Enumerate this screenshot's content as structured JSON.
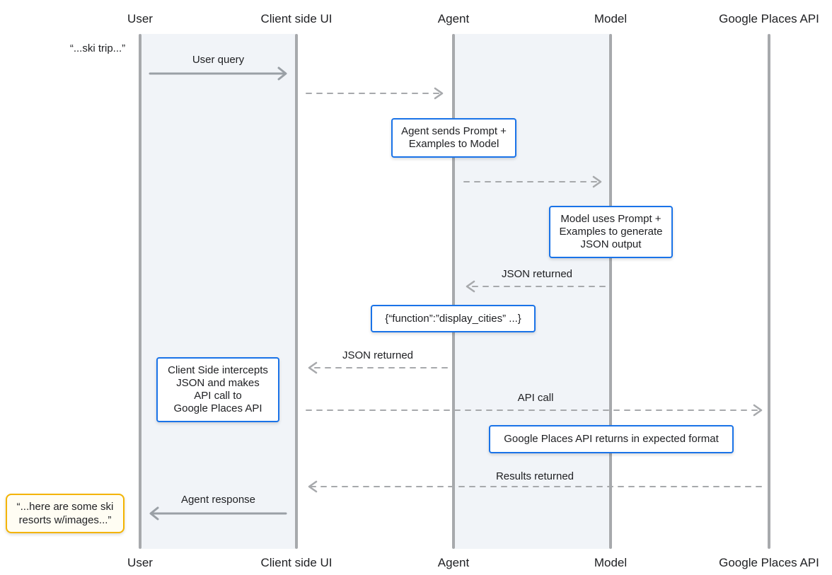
{
  "lanes": {
    "user": "User",
    "client": "Client side UI",
    "agent": "Agent",
    "model": "Model",
    "places": "Google Places API"
  },
  "user_quote": "“...ski trip...”",
  "messages": {
    "user_query": "User query",
    "json_returned_model": "JSON returned",
    "json_returned_agent": "JSON returned",
    "api_call": "API call",
    "results_returned": "Results returned",
    "agent_response": "Agent response"
  },
  "boxes": {
    "agent_sends": [
      "Agent sends Prompt +",
      "Examples to Model"
    ],
    "model_uses": [
      "Model uses Prompt +",
      "Examples to generate",
      "JSON output"
    ],
    "json_snippet": "{“function”:”display_cities” ...}",
    "client_intercepts": [
      "Client Side intercepts",
      "JSON and makes",
      "API call to",
      "Google Places API"
    ],
    "places_returns": "Google Places API returns in expected format"
  },
  "final_response": [
    "“...here are some ski",
    "resorts w/images...”"
  ],
  "colors": {
    "lifeline": "#a7a9ac",
    "lane_bg": "#f1f4f8",
    "box_border": "#1a73e8",
    "response_border": "#f4b400"
  }
}
